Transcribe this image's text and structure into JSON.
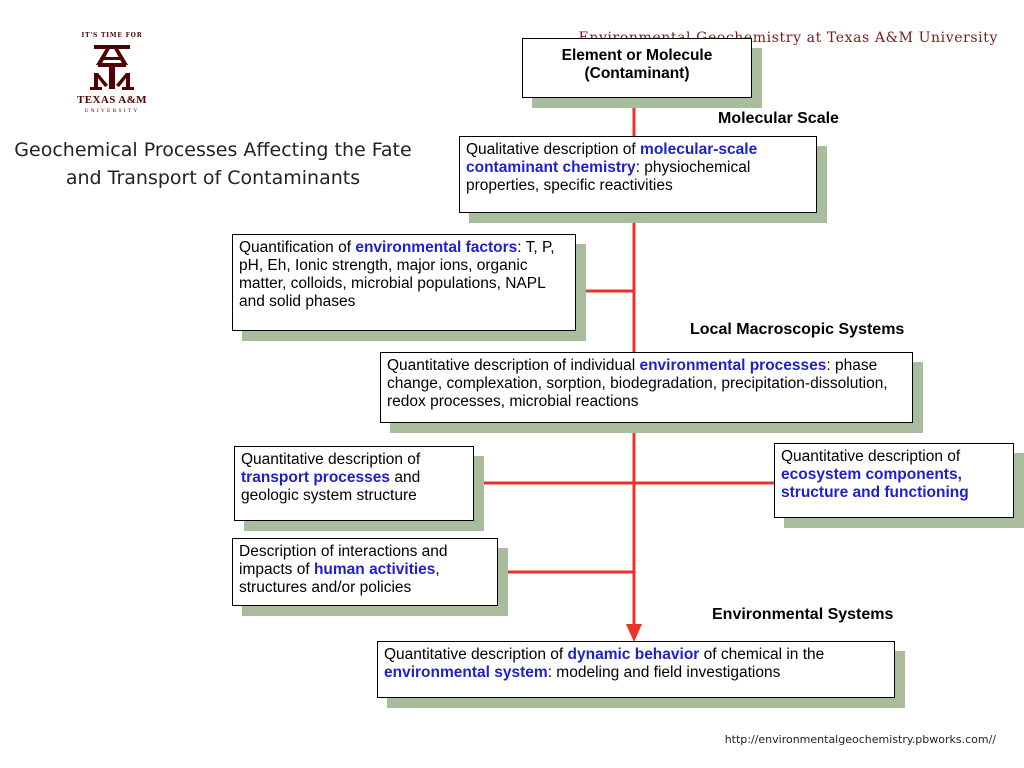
{
  "logo": {
    "tagline": "IT'S TIME FOR",
    "name": "TEXAS A&M",
    "university": "UNIVERSITY"
  },
  "header": {
    "title": "Environmental Geochemistry at Texas A&M University"
  },
  "slide_title": "Geochemical Processes Affecting the Fate and Transport of Contaminants",
  "scale_labels": {
    "molecular": "Molecular Scale",
    "local": "Local Macroscopic Systems",
    "environmental": "Environmental Systems"
  },
  "boxes": {
    "element": {
      "line1": "Element or Molecule",
      "line2": "(Contaminant)"
    },
    "qualitative": {
      "pre": "Qualitative description of ",
      "hl": "molecular-scale contaminant chemistry",
      "post": ": physiochemical properties, specific reactivities"
    },
    "env_factors": {
      "pre": "Quantification of ",
      "hl": "environmental factors",
      "post": ": T, P, pH, Eh, Ionic strength, major ions, organic matter, colloids, microbial populations, NAPL and solid phases"
    },
    "env_processes": {
      "pre": "Quantitative description of individual ",
      "hl": "environmental processes",
      "post": ": phase change, complexation, sorption, biodegradation, precipitation-dissolution, redox processes, microbial reactions"
    },
    "transport": {
      "pre": "Quantitative description of ",
      "hl": "transport processes",
      "post": " and geologic system  structure"
    },
    "ecosystem": {
      "pre": "Quantitative description of ",
      "hl": "ecosystem components, structure and functioning",
      "post": ""
    },
    "human": {
      "pre": "Description of interactions and impacts of ",
      "hl": "human activities",
      "post": ", structures and/or policies"
    },
    "dynamic": {
      "pre": "Quantitative description of ",
      "hl1": "dynamic behavior",
      "mid": " of chemical in the ",
      "hl2": "environmental system",
      "post": ": modeling and field investigations"
    }
  },
  "footer": {
    "url": "http://environmentalgeochemistry.pbworks.com//"
  },
  "colors": {
    "connector": "#e8332b",
    "highlight": "#1f1fcc",
    "shadow": "#a9bd9c",
    "maroon": "#500000"
  }
}
